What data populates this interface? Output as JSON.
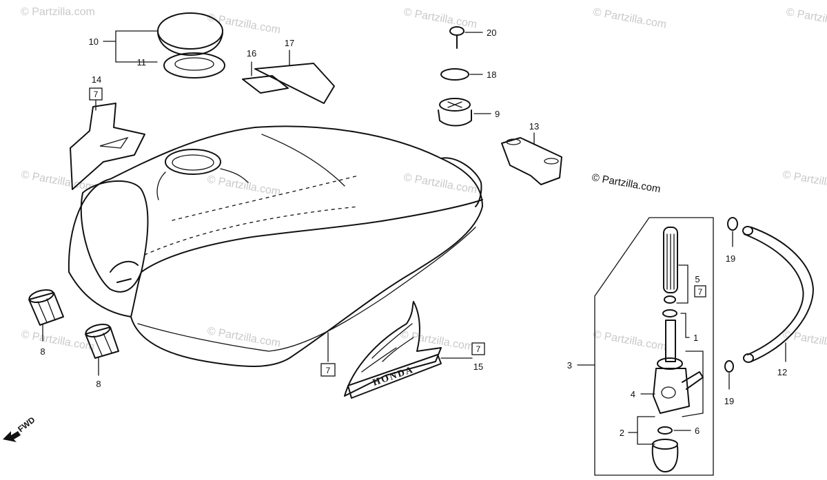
{
  "copyright": "© Partzilla.com",
  "watermark": "© Partzilla.com",
  "direction_label": "FWD",
  "callouts": {
    "c1": "1",
    "c2": "2",
    "c3": "3",
    "c4": "4",
    "c5": "5",
    "c6": "6",
    "c8a": "8",
    "c8b": "8",
    "c9": "9",
    "c10": "10",
    "c11": "11",
    "c12": "12",
    "c13": "13",
    "c14": "14",
    "c15": "15",
    "c16": "16",
    "c17": "17",
    "c18": "18",
    "c19a": "19",
    "c19b": "19",
    "c20": "20"
  },
  "boxed_refs": {
    "r14": "7",
    "r5": "7",
    "r15": "7",
    "rtank": "7"
  },
  "emblem_text": "HONDA"
}
